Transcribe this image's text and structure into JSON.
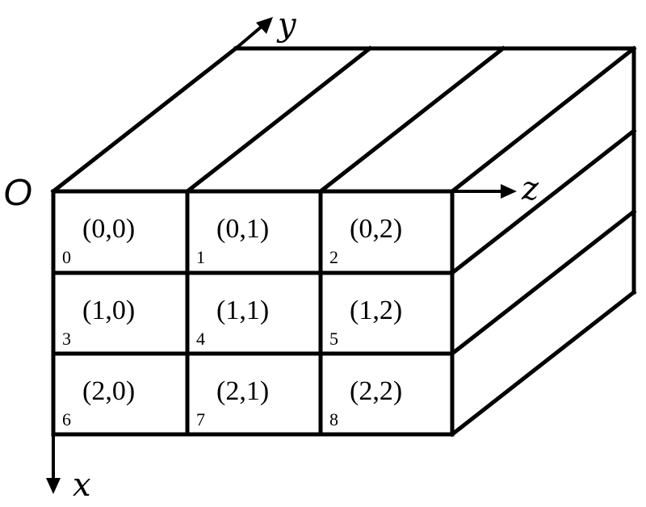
{
  "axes": {
    "origin": "O",
    "x": "x",
    "y": "y",
    "z": "z"
  },
  "cells": [
    {
      "coord": "(0,0)",
      "index": "0"
    },
    {
      "coord": "(0,1)",
      "index": "1"
    },
    {
      "coord": "(0,2)",
      "index": "2"
    },
    {
      "coord": "(1,0)",
      "index": "3"
    },
    {
      "coord": "(1,1)",
      "index": "4"
    },
    {
      "coord": "(1,2)",
      "index": "5"
    },
    {
      "coord": "(2,0)",
      "index": "6"
    },
    {
      "coord": "(2,1)",
      "index": "7"
    },
    {
      "coord": "(2,2)",
      "index": "8"
    }
  ],
  "grid": {
    "rows": 3,
    "cols": 3
  }
}
